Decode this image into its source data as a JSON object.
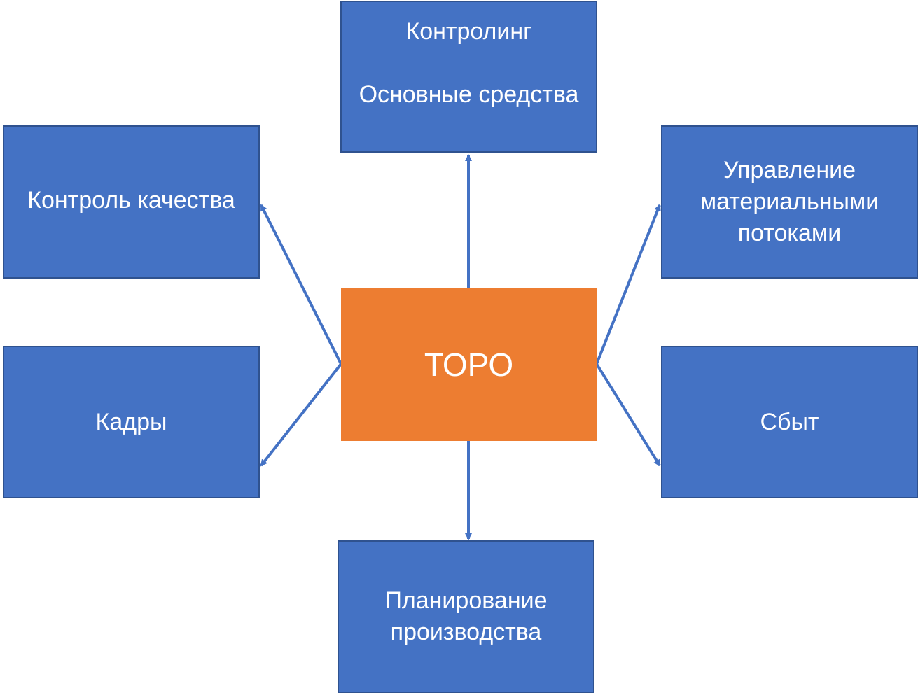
{
  "center": {
    "label": "ТОРО",
    "color": "#ED7D31"
  },
  "nodes": {
    "top": {
      "lines": [
        "Контролинг",
        "Основные средства"
      ]
    },
    "left_top": {
      "lines": [
        "Контроль качества"
      ]
    },
    "right_top": {
      "lines": [
        "Управление",
        "материальными",
        "потоками"
      ]
    },
    "left_bottom": {
      "lines": [
        "Кадры"
      ]
    },
    "right_bottom": {
      "lines": [
        "Сбыт"
      ]
    },
    "bottom": {
      "lines": [
        "Планирование",
        "производства"
      ]
    }
  },
  "colors": {
    "node_fill": "#4472C4",
    "node_border": "#2F528F",
    "connector": "#4472C4"
  }
}
